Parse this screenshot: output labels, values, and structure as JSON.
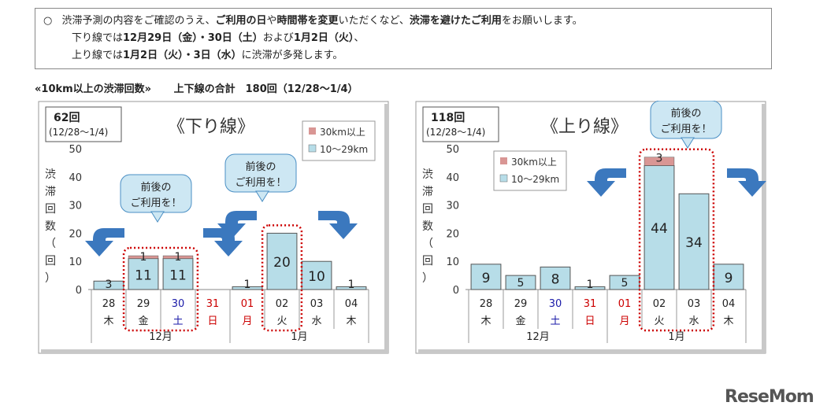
{
  "notice": {
    "bullet": "○",
    "line1": [
      {
        "t": "渋滞予測の内容をご確認のうえ、",
        "b": false
      },
      {
        "t": "ご利用の日",
        "b": true
      },
      {
        "t": "や",
        "b": false
      },
      {
        "t": "時間帯を変更",
        "b": true
      },
      {
        "t": "いただくなど、",
        "b": false
      },
      {
        "t": "渋滞を避けたご利用",
        "b": true
      },
      {
        "t": "をお願いします。",
        "b": false
      }
    ],
    "line2": [
      {
        "t": "下り線では",
        "b": false
      },
      {
        "t": "12月29日（金）・30日（土）",
        "b": true
      },
      {
        "t": "および",
        "b": false
      },
      {
        "t": "1月2日（火）",
        "b": true
      },
      {
        "t": "、",
        "b": false
      }
    ],
    "line3": [
      {
        "t": "上り線では",
        "b": false
      },
      {
        "t": "1月2日（火）・3日（水）",
        "b": true
      },
      {
        "t": "に渋滞が多発します。",
        "b": false
      }
    ]
  },
  "summary": {
    "left": "«10km以上の渋滞回数»",
    "right": "上下線の合計　180回（12/28～1/4）"
  },
  "charts_common": {
    "ylabel": [
      "渋",
      "滞",
      "回",
      "数",
      "（",
      "回",
      "）"
    ],
    "month_labels": [
      "12月",
      "1月"
    ],
    "callout_line1": "前後の",
    "callout_line2": "ご利用を！",
    "legend": [
      "30km以上",
      "10～29km"
    ],
    "colors": {
      "low": "#b7dde8",
      "high": "#d99694",
      "frame": "#aaaaaa",
      "red_dot": "#cc0000",
      "arrow": "#3b78be",
      "callout": "#cde7f3"
    }
  },
  "chart_data": [
    {
      "type": "bar",
      "stacked": true,
      "title": "《下り線》",
      "total_label": "62回",
      "period_label": "(12/28～1/4)",
      "ylim": [
        0,
        50
      ],
      "yticks": [
        0,
        10,
        20,
        30,
        40,
        50
      ],
      "categories": [
        "28",
        "29",
        "30",
        "31",
        "01",
        "02",
        "03",
        "04"
      ],
      "weekdays": [
        "木",
        "金",
        "土",
        "日",
        "月",
        "火",
        "水",
        "木"
      ],
      "day_colors": [
        "#222222",
        "#222222",
        "#1a1aa8",
        "#cc0000",
        "#cc0000",
        "#222222",
        "#222222",
        "#222222"
      ],
      "series": [
        {
          "name": "10～29km",
          "values": [
            3,
            11,
            11,
            0,
            1,
            20,
            10,
            1
          ]
        },
        {
          "name": "30km以上",
          "values": [
            0,
            1,
            1,
            0,
            0,
            0,
            0,
            0
          ]
        }
      ],
      "highlight_groups": [
        [
          1,
          2
        ],
        [
          5
        ]
      ]
    },
    {
      "type": "bar",
      "stacked": true,
      "title": "《上り線》",
      "total_label": "118回",
      "period_label": "(12/28～1/4)",
      "ylim": [
        0,
        50
      ],
      "yticks": [
        0,
        10,
        20,
        30,
        40,
        50
      ],
      "categories": [
        "28",
        "29",
        "30",
        "31",
        "01",
        "02",
        "03",
        "04"
      ],
      "weekdays": [
        "木",
        "金",
        "土",
        "日",
        "月",
        "火",
        "水",
        "木"
      ],
      "day_colors": [
        "#222222",
        "#222222",
        "#1a1aa8",
        "#cc0000",
        "#cc0000",
        "#222222",
        "#222222",
        "#222222"
      ],
      "series": [
        {
          "name": "10～29km",
          "values": [
            9,
            5,
            8,
            1,
            5,
            44,
            34,
            9
          ]
        },
        {
          "name": "30km以上",
          "values": [
            0,
            0,
            0,
            0,
            0,
            3,
            0,
            0
          ]
        }
      ],
      "highlight_groups": [
        [
          5,
          6
        ]
      ]
    }
  ],
  "watermark": "ReseMom"
}
